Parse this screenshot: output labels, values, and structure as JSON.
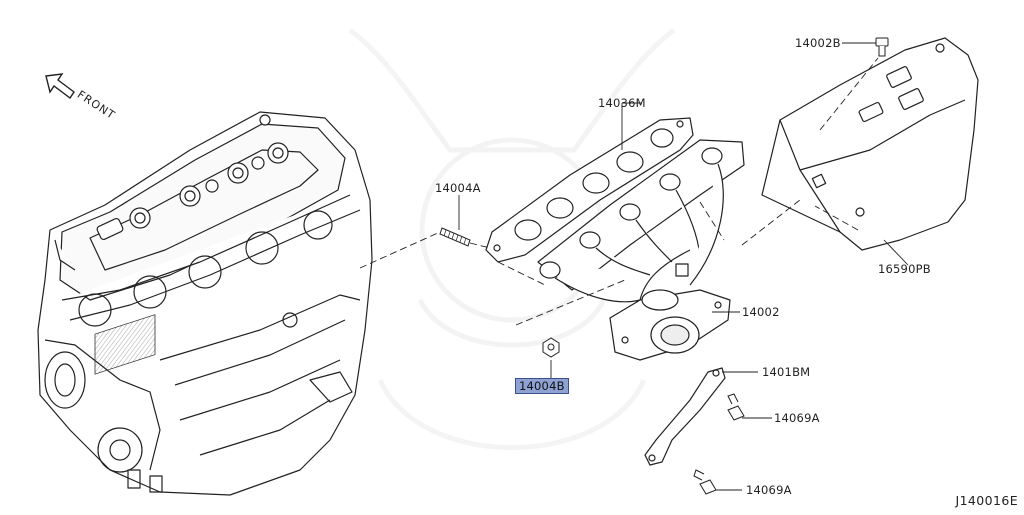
{
  "diagram": {
    "front_label": "FRONT",
    "drawing_code": "J140016E",
    "callouts": {
      "p14002B": "14002B",
      "p14036M": "14036M",
      "p14004A": "14004A",
      "p16590PB": "16590PB",
      "p14002": "14002",
      "p14004B": "14004B",
      "p1401BM": "1401BM",
      "p14069A_upper": "14069A",
      "p14069A_lower": "14069A"
    },
    "highlight_color": "#8ea3d4"
  }
}
